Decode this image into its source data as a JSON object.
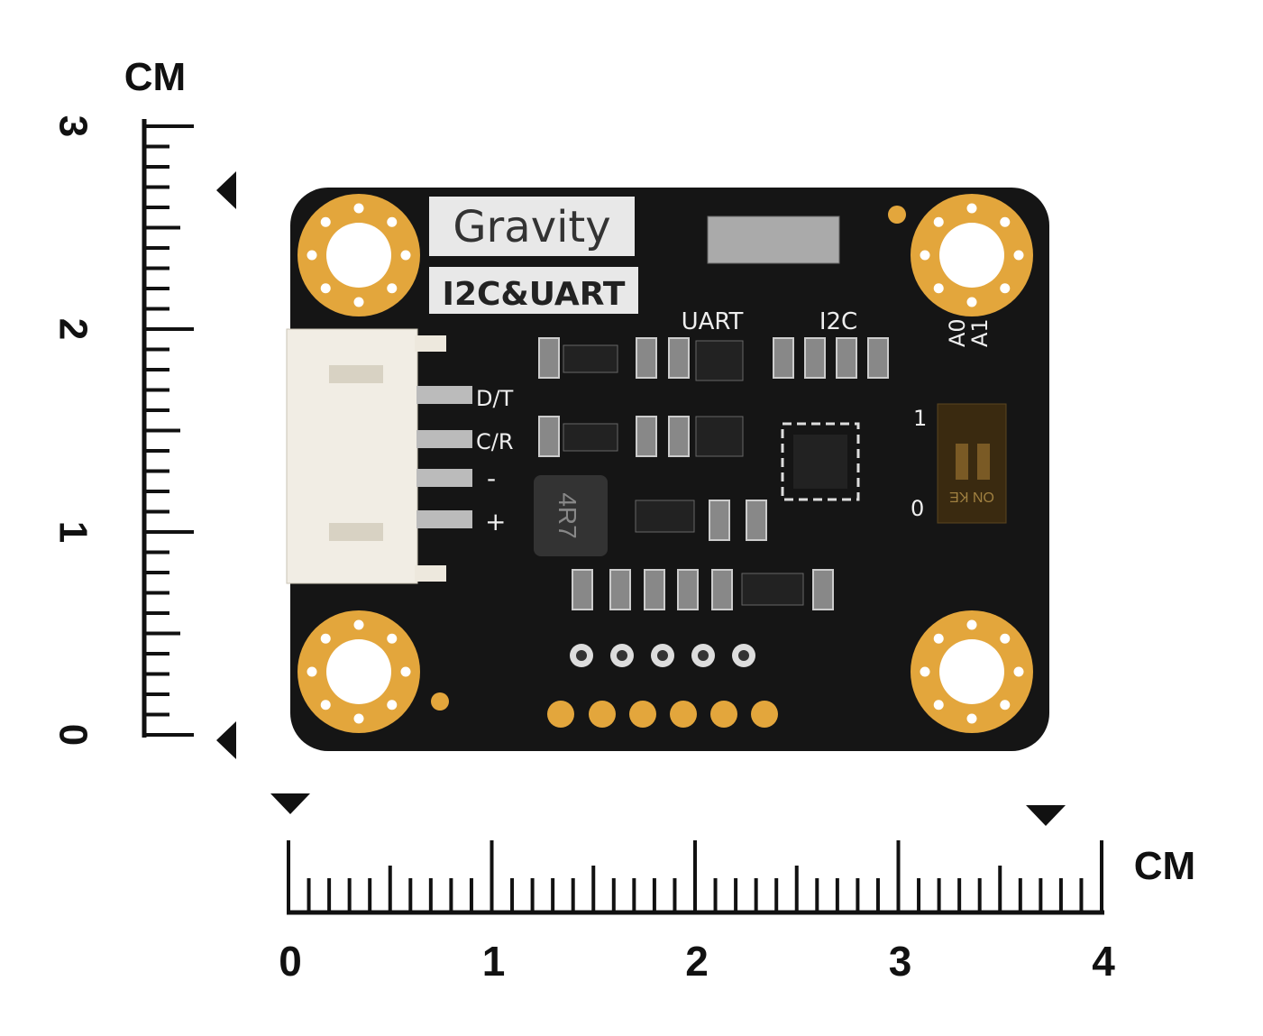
{
  "rulers": {
    "vertical": {
      "unit": "CM",
      "labels": [
        "0",
        "1",
        "2",
        "3"
      ]
    },
    "horizontal": {
      "unit": "CM",
      "labels": [
        "0",
        "1",
        "2",
        "3",
        "4"
      ]
    }
  },
  "board": {
    "brand": "Gravity",
    "interface_label": "I2C&UART",
    "switch_labels": {
      "uart": "UART",
      "i2c": "I2C"
    },
    "pin_labels": [
      "D/T",
      "C/R",
      "-",
      "+"
    ],
    "address_labels": {
      "a1": "A1",
      "a0": "A0",
      "high": "1",
      "low": "0"
    },
    "dip_switch_text": "ON KE",
    "inductor_marking": "4R7",
    "colors": {
      "pcb": "#151515",
      "gold": "#e3a63c",
      "connector": "#f1ede4"
    }
  }
}
